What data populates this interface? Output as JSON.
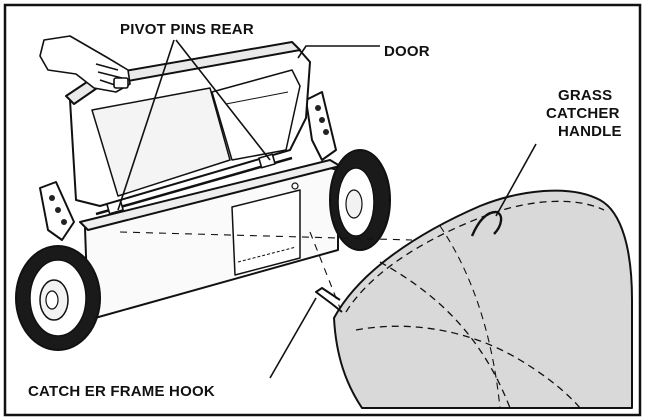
{
  "callouts": {
    "pivot_pins": "PIVOT PINS REAR",
    "door": "DOOR",
    "handle_line1": "GRASS",
    "handle_line2": "CATCHER",
    "handle_line3": "HANDLE",
    "frame_hook": "CATCH ER FRAME HOOK"
  },
  "colors": {
    "ink": "#111111",
    "bag_fill": "#d9d9d9",
    "tire": "#1a1a1a",
    "background": "#ffffff"
  }
}
